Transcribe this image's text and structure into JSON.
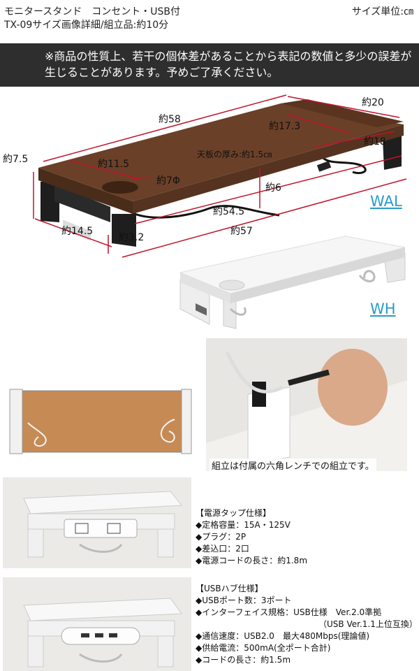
{
  "header": {
    "title": "モニタースタンド　コンセント・USB付",
    "unit": "サイズ単位:㎝",
    "subtitle": "TX-09サイズ画像詳細/組立品:約10分"
  },
  "notice": {
    "line1": "※商品の性質上、若干の個体差があることから表記の数値と多少の誤差が",
    "line2": "生じることがあります。予めご了承ください。"
  },
  "dimensions": {
    "width_top": "約58",
    "depth_right": "約20",
    "tray_length": "約17.3",
    "tray_depth": "約18",
    "height_left": "約7.5",
    "cup_width": "約11.5",
    "cup_diameter": "約7Φ",
    "board_thickness": "天板の厚み:約1.5㎝",
    "under_height": "約6",
    "inner_width": "約54.5",
    "base_width": "約57",
    "base_depth": "約14.5",
    "leg_width": "約3.2"
  },
  "colors": {
    "walnut_label": "WAL",
    "white_label": "WH",
    "walnut_hex": "#6b4028",
    "link_hex": "#2a9bc8"
  },
  "assembly_caption": "組立は付属の六角レンチでの組立です。",
  "power_spec": {
    "heading": "【電源タップ仕様】",
    "items": [
      "◆定格容量：15A・125V",
      "◆プラグ：2P",
      "◆差込口：2口",
      "◆電源コードの長さ：約1.8m"
    ]
  },
  "usb_spec": {
    "heading": "【USBハブ仕様】",
    "items": [
      "◆USBポート数：3ポート",
      "◆インターフェイス規格：USB仕様　Ver.2.0準拠",
      "（USB Ver.1.1上位互換）",
      "◆通信速度：USB2.0　最大480Mbps(理論値)",
      "◆供給電流：500mA(全ポート合計)",
      "◆コードの長さ：約1.5m"
    ]
  }
}
